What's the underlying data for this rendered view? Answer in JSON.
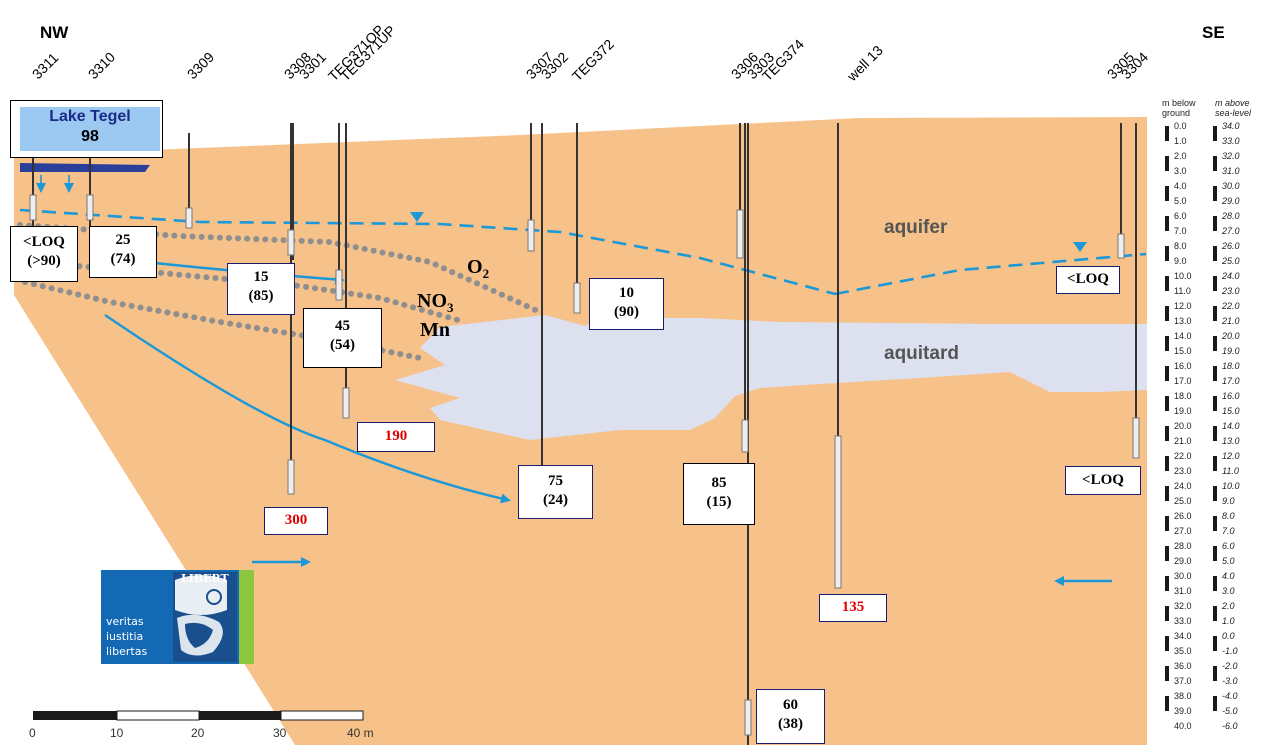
{
  "orientation": {
    "left": "NW",
    "right": "SE"
  },
  "wells": [
    "3311",
    "3310",
    "3309",
    "3308",
    "3301",
    "TEG371OP",
    "TEG371UP",
    "3307",
    "3302",
    "TEG372",
    "3306",
    "3303",
    "TEG374",
    "well 13",
    "3305",
    "3304"
  ],
  "lake": {
    "name": "Lake Tegel",
    "value": "98"
  },
  "zones": {
    "aquifer": "aquifer",
    "aquitard": "aquitard"
  },
  "redox_labels": {
    "o2": "O",
    "o2_sub": "2",
    "no3": "NO",
    "no3_sub": "3",
    "mn": "Mn"
  },
  "measurements": [
    {
      "line1": "<LOQ",
      "line2": "(>90)",
      "highlight": false
    },
    {
      "line1": "25",
      "line2": "(74)",
      "highlight": false
    },
    {
      "line1": "15",
      "line2": "(85)",
      "highlight": false
    },
    {
      "line1": "45",
      "line2": "(54)",
      "highlight": false
    },
    {
      "line1": "10",
      "line2": "(90)",
      "highlight": false
    },
    {
      "line1": "<LOQ",
      "line2": "",
      "highlight": false
    },
    {
      "line1": "190",
      "line2": "",
      "highlight": true
    },
    {
      "line1": "300",
      "line2": "",
      "highlight": true
    },
    {
      "line1": "75",
      "line2": "(24)",
      "highlight": false
    },
    {
      "line1": "85",
      "line2": "(15)",
      "highlight": false
    },
    {
      "line1": "<LOQ",
      "line2": "",
      "highlight": false
    },
    {
      "line1": "135",
      "line2": "",
      "highlight": true
    },
    {
      "line1": "60",
      "line2": "(38)",
      "highlight": false
    }
  ],
  "scale_bar": {
    "ticks": [
      "0",
      "10",
      "20",
      "30",
      "40 m"
    ]
  },
  "depth_scale": {
    "title_line1": "m below",
    "title_line2": "ground",
    "values": [
      "0.0",
      "1.0",
      "2.0",
      "3.0",
      "4.0",
      "5.0",
      "6.0",
      "7.0",
      "8.0",
      "9.0",
      "10.0",
      "11.0",
      "12.0",
      "13.0",
      "14.0",
      "15.0",
      "16.0",
      "17.0",
      "18.0",
      "19.0",
      "20.0",
      "21.0",
      "22.0",
      "23.0",
      "24.0",
      "25.0",
      "26.0",
      "27.0",
      "28.0",
      "29.0",
      "30.0",
      "31.0",
      "32.0",
      "33.0",
      "34.0",
      "35.0",
      "36.0",
      "37.0",
      "38.0",
      "39.0",
      "40.0"
    ]
  },
  "elevation_scale": {
    "title_line1": "m above",
    "title_line2": "sea-level",
    "values": [
      "34.0",
      "33.0",
      "32.0",
      "31.0",
      "30.0",
      "29.0",
      "28.0",
      "27.0",
      "26.0",
      "25.0",
      "24.0",
      "23.0",
      "22.0",
      "21.0",
      "20.0",
      "19.0",
      "18.0",
      "17.0",
      "16.0",
      "15.0",
      "14.0",
      "13.0",
      "12.0",
      "11.0",
      "10.0",
      "9.0",
      "8.0",
      "7.0",
      "6.0",
      "5.0",
      "4.0",
      "3.0",
      "2.0",
      "1.0",
      "0.0",
      "-1.0",
      "-2.0",
      "-3.0",
      "-4.0",
      "-5.0",
      "-6.0"
    ]
  },
  "logo": {
    "line1": "veritas",
    "line2": "iustitia",
    "line3": "libertas",
    "seal_text": "LIBERT"
  },
  "colors": {
    "sand": "#f7c28a",
    "aquitard": "#dde0ef",
    "flow": "#1a98d8",
    "water": "#2a3f9a",
    "red": "#e00000",
    "logo_blue": "#1469b5",
    "logo_green": "#8cc63f"
  }
}
